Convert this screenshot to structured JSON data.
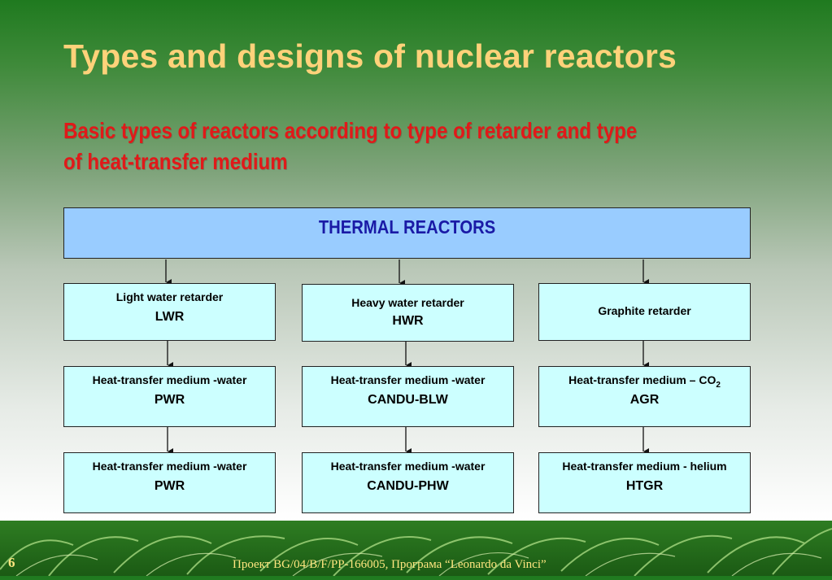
{
  "title": "Types and designs of nuclear reactors",
  "subtitle": "Basic types of reactors according to type of retarder and type of heat-transfer medium",
  "diagram": {
    "root": "THERMAL REACTORS",
    "columns": [
      {
        "retarder": {
          "line1": "Light water retarder",
          "line2": "LWR"
        },
        "row2": {
          "line1": "Heat-transfer medium -water",
          "line2": "PWR"
        },
        "row3": {
          "line1": "Heat-transfer medium -water",
          "line2": "PWR"
        }
      },
      {
        "retarder": {
          "line1": "Heavy water retarder",
          "line2": "HWR"
        },
        "row2": {
          "line1": "Heat-transfer medium -water",
          "line2": "CANDU-BLW"
        },
        "row3": {
          "line1": "Heat-transfer medium -water",
          "line2": "CANDU-PHW"
        }
      },
      {
        "retarder": {
          "line1": "Graphite retarder"
        },
        "row2": {
          "line1": "Heat-transfer medium – CO",
          "line1_sub": "2",
          "line2": "AGR"
        },
        "row3": {
          "line1": "Heat-transfer medium - helium",
          "line2": "HTGR"
        }
      }
    ]
  },
  "footer": {
    "page_number": "6",
    "text": "Проект BG/04/B/F/PP-166005, Програма “Leonardo da Vinci”"
  },
  "colors": {
    "title": "#ffd27a",
    "subtitle": "#e11919",
    "header_fill": "#99ccff",
    "header_text": "#1a1aa6",
    "box_fill": "#ccffff"
  }
}
